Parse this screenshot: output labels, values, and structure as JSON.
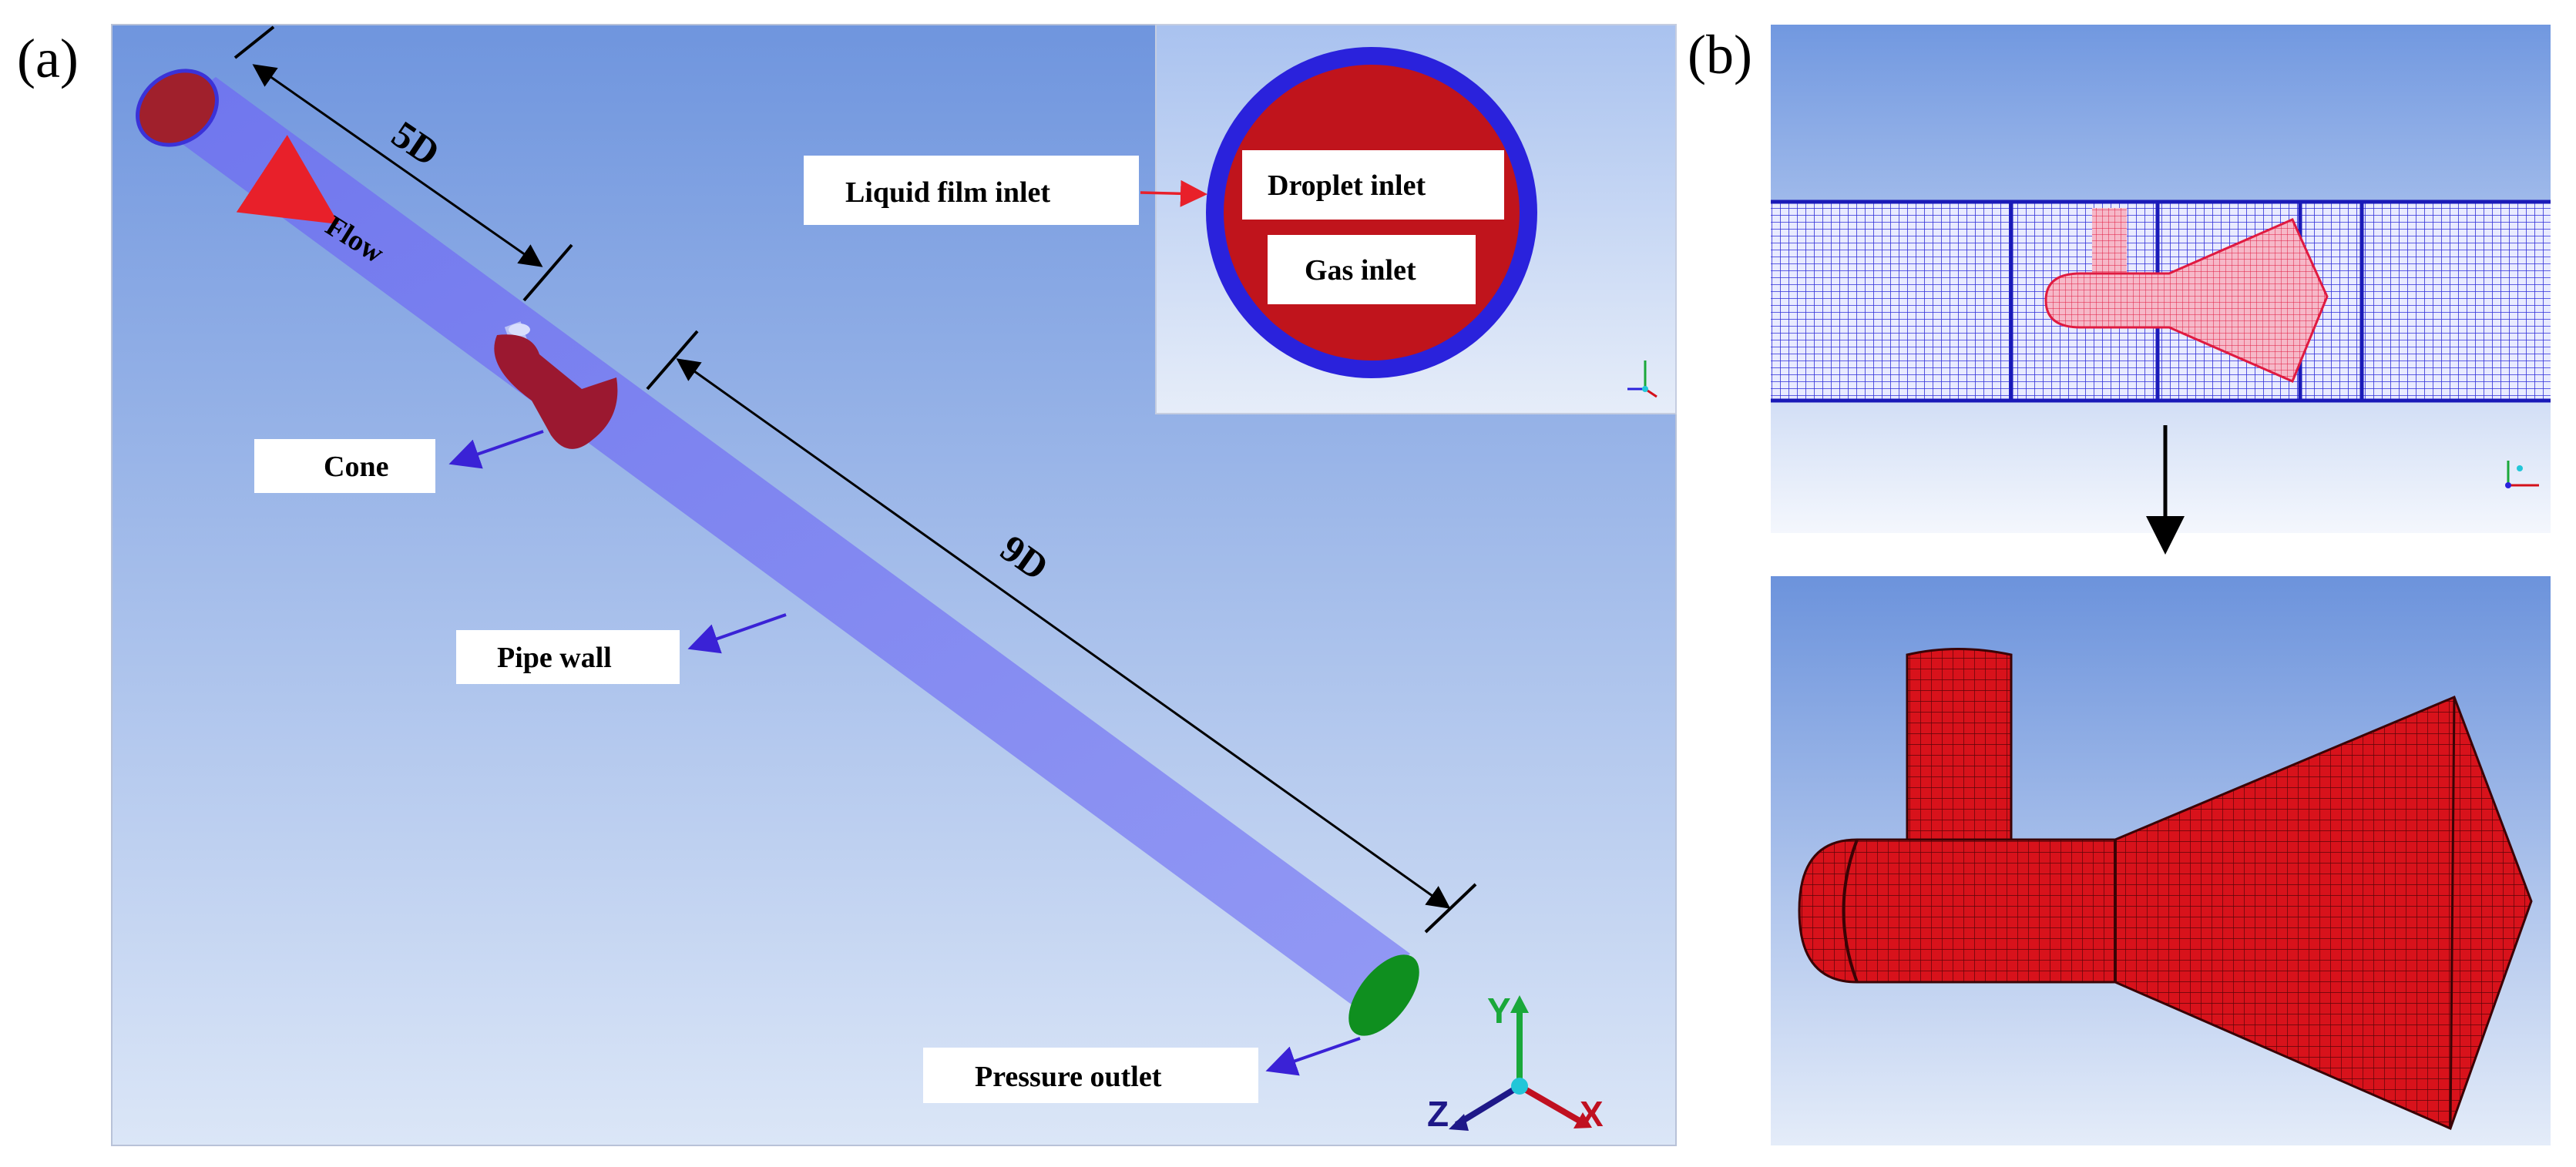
{
  "panel_a": {
    "letter": "(a)",
    "labels": {
      "flow": "Flow",
      "dim_5d": "5D",
      "dim_9d": "9D",
      "cone": "Cone",
      "pipe_wall": "Pipe wall",
      "pressure_outlet": "Pressure outlet"
    },
    "inlet_inset": {
      "liquid_film_inlet": "Liquid film inlet",
      "droplet_inlet": "Droplet  inlet",
      "gas_inlet": "Gas inlet"
    },
    "axes": {
      "y": "Y",
      "z": "Z",
      "x": "X"
    }
  },
  "panel_b": {
    "letter": "(b)"
  },
  "colors": {
    "pipe_fill": "#7b7ef0",
    "inlet_red": "#c0141c",
    "ring_blue": "#2222dd",
    "outlet_green": "#0f8f1f",
    "arrow_blue": "#3a22d6",
    "arrow_red": "#e8202a",
    "mesh_red": "#d4101a",
    "mesh_blue": "#2a2ad8"
  }
}
